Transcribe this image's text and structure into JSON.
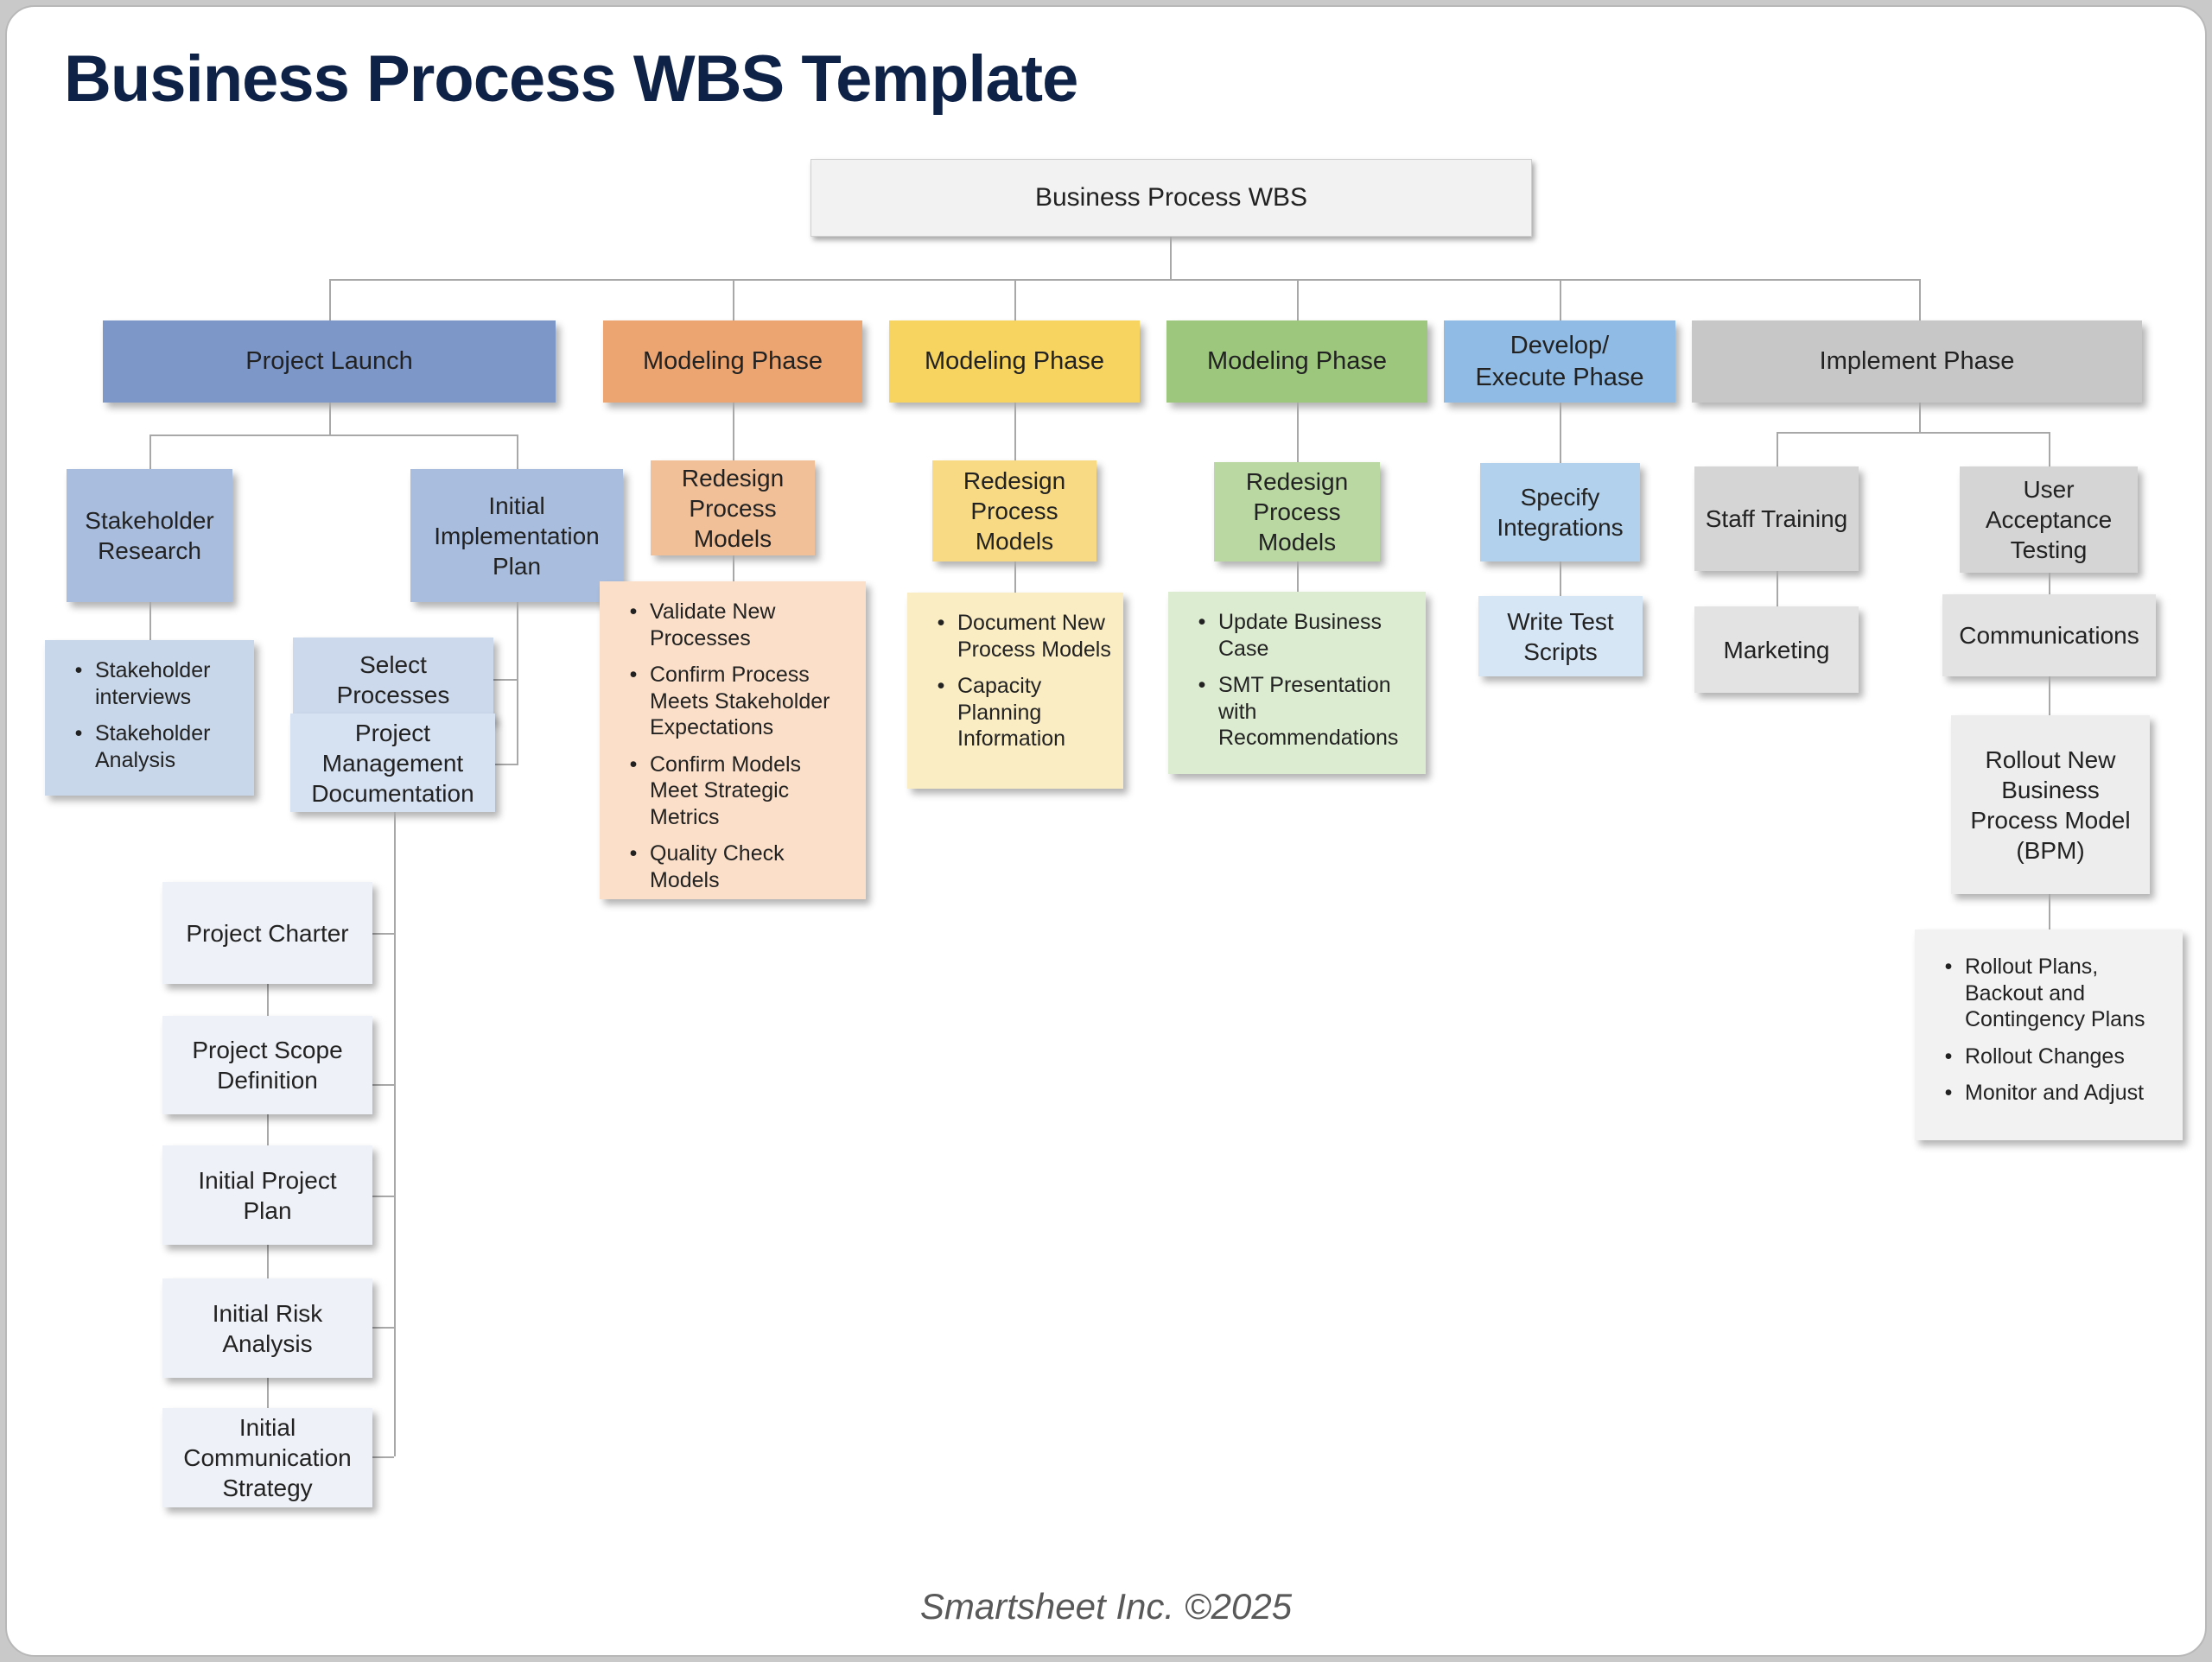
{
  "page": {
    "title": "Business Process WBS Template",
    "footer": "Smartsheet Inc. ©2025"
  },
  "root": {
    "label": "Business Process WBS"
  },
  "phases": [
    {
      "label": "Project Launch",
      "color": "#7d98c8"
    },
    {
      "label": "Modeling Phase",
      "color": "#eca470"
    },
    {
      "label": "Modeling Phase",
      "color": "#f7d35f"
    },
    {
      "label": "Modeling Phase",
      "color": "#9cc77d"
    },
    {
      "label": "Develop/\nExecute Phase",
      "color": "#90bbe5"
    },
    {
      "label": "Implement Phase",
      "color": "#c7c7c7"
    }
  ],
  "launch": {
    "stakeholder_research": "Stakeholder Research",
    "sr_bullets": [
      "Stakeholder interviews",
      "Stakeholder Analysis"
    ],
    "initial_implementation_plan": "Initial Implementation Plan",
    "select_processes": "Select Processes",
    "pmd": "Project Management Documentation",
    "pmd_children": [
      "Project Charter",
      "Project Scope Definition",
      "Initial Project Plan",
      "Initial Risk Analysis",
      "Initial Communication Strategy"
    ]
  },
  "modeling_orange": {
    "redesign": "Redesign Process Models",
    "bullets": [
      "Validate New Processes",
      "Confirm Process Meets Stakeholder Expectations",
      "Confirm Models Meet Strategic Metrics",
      "Quality Check Models"
    ]
  },
  "modeling_yellow": {
    "redesign": "Redesign Process Models",
    "bullets": [
      "Document New Process Models",
      "Capacity Planning Information"
    ]
  },
  "modeling_green": {
    "redesign": "Redesign Process Models",
    "bullets": [
      "Update Business Case",
      "SMT Presentation with Recommendations"
    ]
  },
  "develop_execute": {
    "specify_integrations": "Specify Integrations",
    "write_test_scripts": "Write Test Scripts"
  },
  "implement": {
    "staff_training": "Staff Training",
    "marketing": "Marketing",
    "user_acceptance_testing": "User Acceptance Testing",
    "communications": "Communications",
    "rollout": "Rollout New Business Process Model (BPM)",
    "bullets": [
      "Rollout Plans, Backout and Contingency Plans",
      "Rollout Changes",
      "Monitor and Adjust"
    ]
  },
  "colors": {
    "title_text": "#0e2147",
    "root_box": "#f2f2f2",
    "launch_phase": "#7d98c8",
    "launch_level2": "#a9bedf",
    "launch_level3": "#ccd9ec",
    "launch_children": "#eef1f7",
    "orange_phase": "#eca470",
    "orange_level2": "#f2c098",
    "orange_bullets": "#fbdfc8",
    "yellow_phase": "#f7d35f",
    "yellow_level2": "#f7da83",
    "yellow_bullets": "#faedc3",
    "green_phase": "#9cc77d",
    "green_level2": "#b9d8a2",
    "green_bullets": "#dcecd1",
    "blue_phase": "#90bbe5",
    "blue_level2": "#b2d1ec",
    "blue_level3": "#d7e6f4",
    "gray_phase": "#c7c7c7",
    "gray_level2": "#d5d5d5",
    "gray_level3": "#e3e3e3",
    "gray_level4": "#ededed",
    "gray_bullets": "#f2f2f2",
    "connector": "#a8a8a8"
  }
}
